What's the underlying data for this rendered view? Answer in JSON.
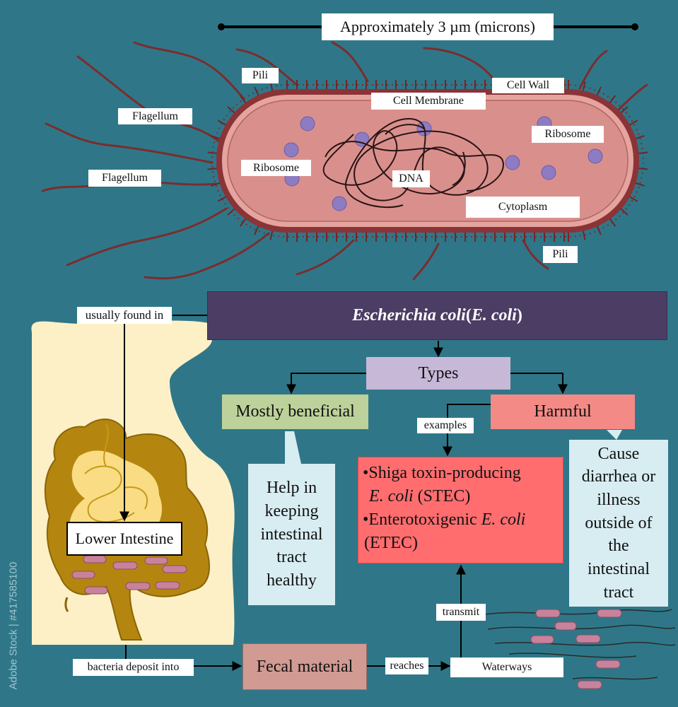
{
  "cell": {
    "scale": "Approximately 3 µm (microns)",
    "pili_top": "Pili",
    "pili_bottom": "Pili",
    "flagellum_1": "Flagellum",
    "flagellum_2": "Flagellum",
    "cell_wall": "Cell Wall",
    "cell_membrane": "Cell Membrane",
    "ribosome_right": "Ribosome",
    "ribosome_left": "Ribosome",
    "dna": "DNA",
    "cytoplasm": "Cytoplasm"
  },
  "flow": {
    "title_italic": "Escherichia coli",
    "title_paren_open": " (",
    "title_abbrev": "E. coli",
    "title_paren_close": ")",
    "usually_found_in": "usually found in",
    "types": "Types",
    "mostly_beneficial": "Mostly beneficial",
    "harmful": "Harmful",
    "examples": "examples",
    "beneficial_note": "Help in\nkeeping\nintestinal\ntract\nhealthy",
    "harmful_note": "Cause\ndiarrhea or\nillness\noutside of\nthe\nintestinal\ntract",
    "ex1_a": "•Shiga toxin-producing",
    "ex1_b_italic": "E. coli",
    "ex1_b_rest": " (STEC)",
    "ex2_a": "•Enterotoxigenic ",
    "ex2_a_italic": "E. coli",
    "ex2_b": "(ETEC)",
    "lower_intestine": "Lower Intestine",
    "bacteria_deposit_into": "bacteria deposit into",
    "fecal_material": "Fecal material",
    "reaches": "reaches",
    "waterways": "Waterways",
    "transmit": "transmit"
  },
  "watermark": "Adobe Stock | #417585100",
  "colors": {
    "background": "#2f7788",
    "title_bar": "#4c3d64",
    "types_box": "#c7b8d8",
    "beneficial_box": "#bdd29a",
    "harmful_box": "#f48a86",
    "examples_box": "#ff6d6f",
    "fecal_box": "#d19a92",
    "note_box": "#d8edf2",
    "cell_wall": "#8a3438",
    "cytoplasm": "#d9908c",
    "ribosome": "#8e7cc3"
  }
}
